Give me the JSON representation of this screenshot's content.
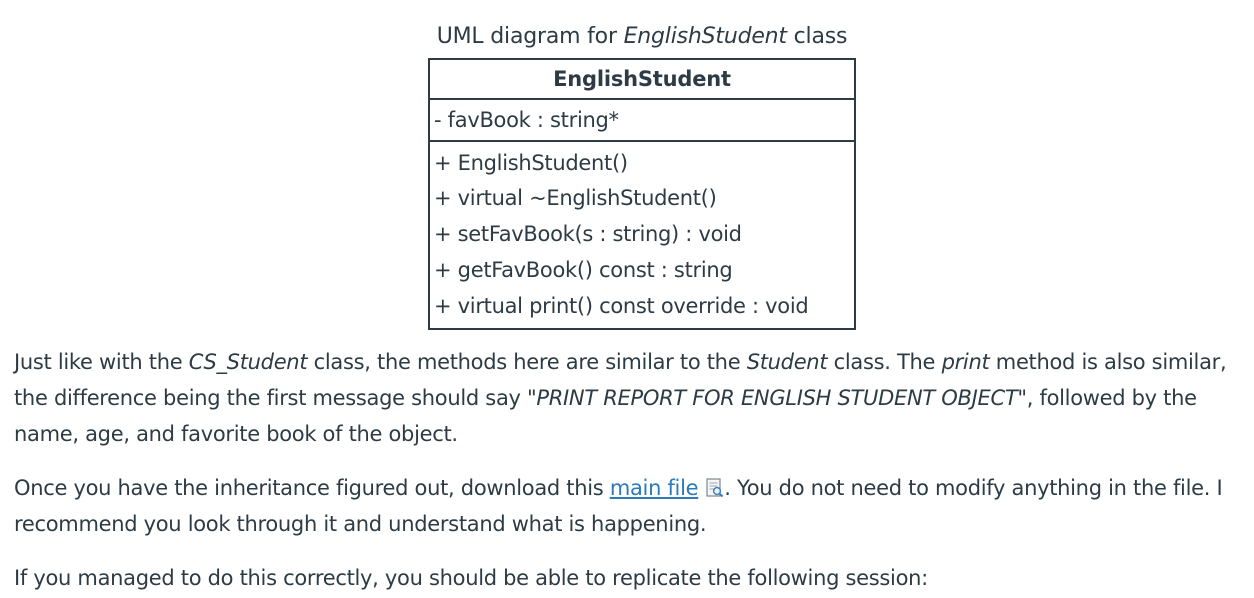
{
  "caption": {
    "prefix": "UML diagram for ",
    "class_name": "EnglishStudent",
    "suffix": " class"
  },
  "uml": {
    "title": "EnglishStudent",
    "attributes": [
      "- favBook : string*"
    ],
    "methods": [
      "+ EnglishStudent()",
      "+ virtual ~EnglishStudent()",
      "+ setFavBook(s : string) : void",
      "+ getFavBook() const : string",
      "+ virtual print() const override : void"
    ]
  },
  "paragraph1": {
    "t1": "Just like with the ",
    "i1": "CS_Student",
    "t2": " class, the methods here are similar to the ",
    "i2": "Student",
    "t3": " class. The ",
    "i3": "print",
    "t4": " method is also similar, the difference being the first message should say \"",
    "i4": "PRINT REPORT FOR ENGLISH STUDENT OBJECT",
    "t5": "\", followed by the name, age, and favorite book of the object."
  },
  "paragraph2": {
    "t1": "Once you have the inheritance figured out, download this ",
    "link": "main file",
    "icon": "document-preview-icon",
    "t2": ". You do not need to modify anything in the file. I recommend you look through it and understand what is happening."
  },
  "paragraph3": {
    "text": "If you managed to do this correctly, you should be able to replicate the following session:"
  },
  "colors": {
    "text": "#2d3b45",
    "link": "#2b7abc"
  }
}
